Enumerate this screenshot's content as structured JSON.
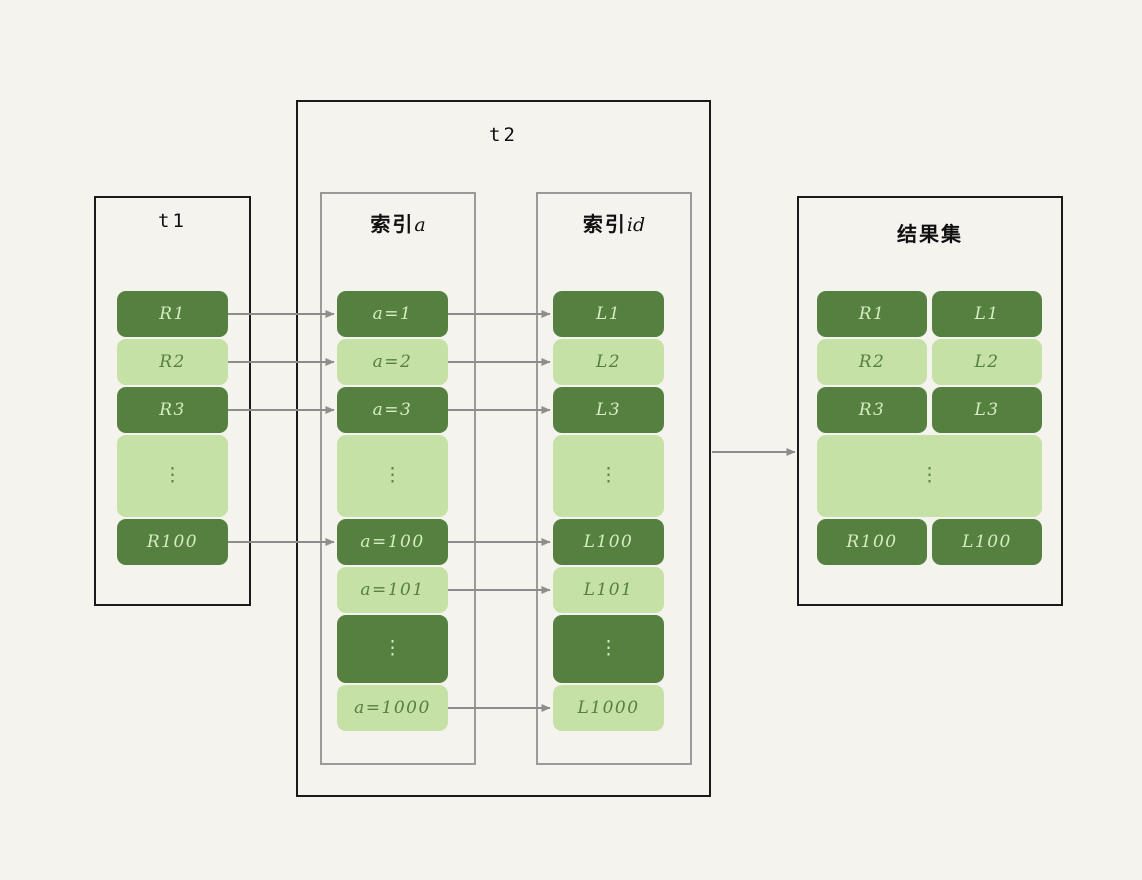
{
  "diagram": {
    "title": "MySQL join / index lookup diagram",
    "background_color": "#F5F3EE",
    "colors": {
      "dark_green": "#55803F",
      "light_green": "#C5E1A5",
      "outer_border": "#1a1a1a",
      "inner_border": "#9a9a96",
      "arrow": "#8c8c8c"
    }
  },
  "t1": {
    "title": "t1",
    "rows": [
      {
        "label": "R1",
        "shade": "dark"
      },
      {
        "label": "R2",
        "shade": "light"
      },
      {
        "label": "R3",
        "shade": "dark"
      },
      {
        "label": "⋮",
        "shade": "light",
        "is_ellipsis": true
      },
      {
        "label": "R100",
        "shade": "dark"
      }
    ]
  },
  "t2": {
    "title": "t2",
    "index_a": {
      "title": "索引",
      "title_suffix": "a",
      "rows": [
        {
          "label": "a=1",
          "shade": "dark"
        },
        {
          "label": "a=2",
          "shade": "light"
        },
        {
          "label": "a=3",
          "shade": "dark"
        },
        {
          "label": "⋮",
          "shade": "light",
          "is_ellipsis": true
        },
        {
          "label": "a=100",
          "shade": "dark"
        },
        {
          "label": "a=101",
          "shade": "light"
        },
        {
          "label": "⋮",
          "shade": "dark",
          "is_ellipsis": true
        },
        {
          "label": "a=1000",
          "shade": "light"
        }
      ]
    },
    "index_id": {
      "title": "索引",
      "title_suffix": "id",
      "rows": [
        {
          "label": "L1",
          "shade": "dark"
        },
        {
          "label": "L2",
          "shade": "light"
        },
        {
          "label": "L3",
          "shade": "dark"
        },
        {
          "label": "⋮",
          "shade": "light",
          "is_ellipsis": true
        },
        {
          "label": "L100",
          "shade": "dark"
        },
        {
          "label": "L101",
          "shade": "light"
        },
        {
          "label": "⋮",
          "shade": "dark",
          "is_ellipsis": true
        },
        {
          "label": "L1000",
          "shade": "light"
        }
      ]
    }
  },
  "result_set": {
    "title": "结果集",
    "rows": [
      {
        "left": "R1",
        "right": "L1",
        "shade": "dark",
        "merged": false
      },
      {
        "left": "R2",
        "right": "L2",
        "shade": "light",
        "merged": false
      },
      {
        "left": "R3",
        "right": "L3",
        "shade": "dark",
        "merged": false
      },
      {
        "left": "⋮",
        "right": "",
        "shade": "light",
        "merged": true,
        "is_ellipsis": true
      },
      {
        "left": "R100",
        "right": "L100",
        "shade": "dark",
        "merged": false
      }
    ]
  },
  "connections": {
    "t1_to_index_a": [
      {
        "from": "R1",
        "to": "a=1"
      },
      {
        "from": "R2",
        "to": "a=2"
      },
      {
        "from": "R3",
        "to": "a=3"
      },
      {
        "from": "R100",
        "to": "a=100"
      }
    ],
    "index_a_to_index_id": [
      {
        "from": "a=1",
        "to": "L1"
      },
      {
        "from": "a=2",
        "to": "L2"
      },
      {
        "from": "a=3",
        "to": "L3"
      },
      {
        "from": "a=100",
        "to": "L100"
      },
      {
        "from": "a=101",
        "to": "L101"
      },
      {
        "from": "a=1000",
        "to": "L1000"
      }
    ],
    "t2_to_result_set": [
      {
        "from": "t2",
        "to": "结果集"
      }
    ]
  }
}
